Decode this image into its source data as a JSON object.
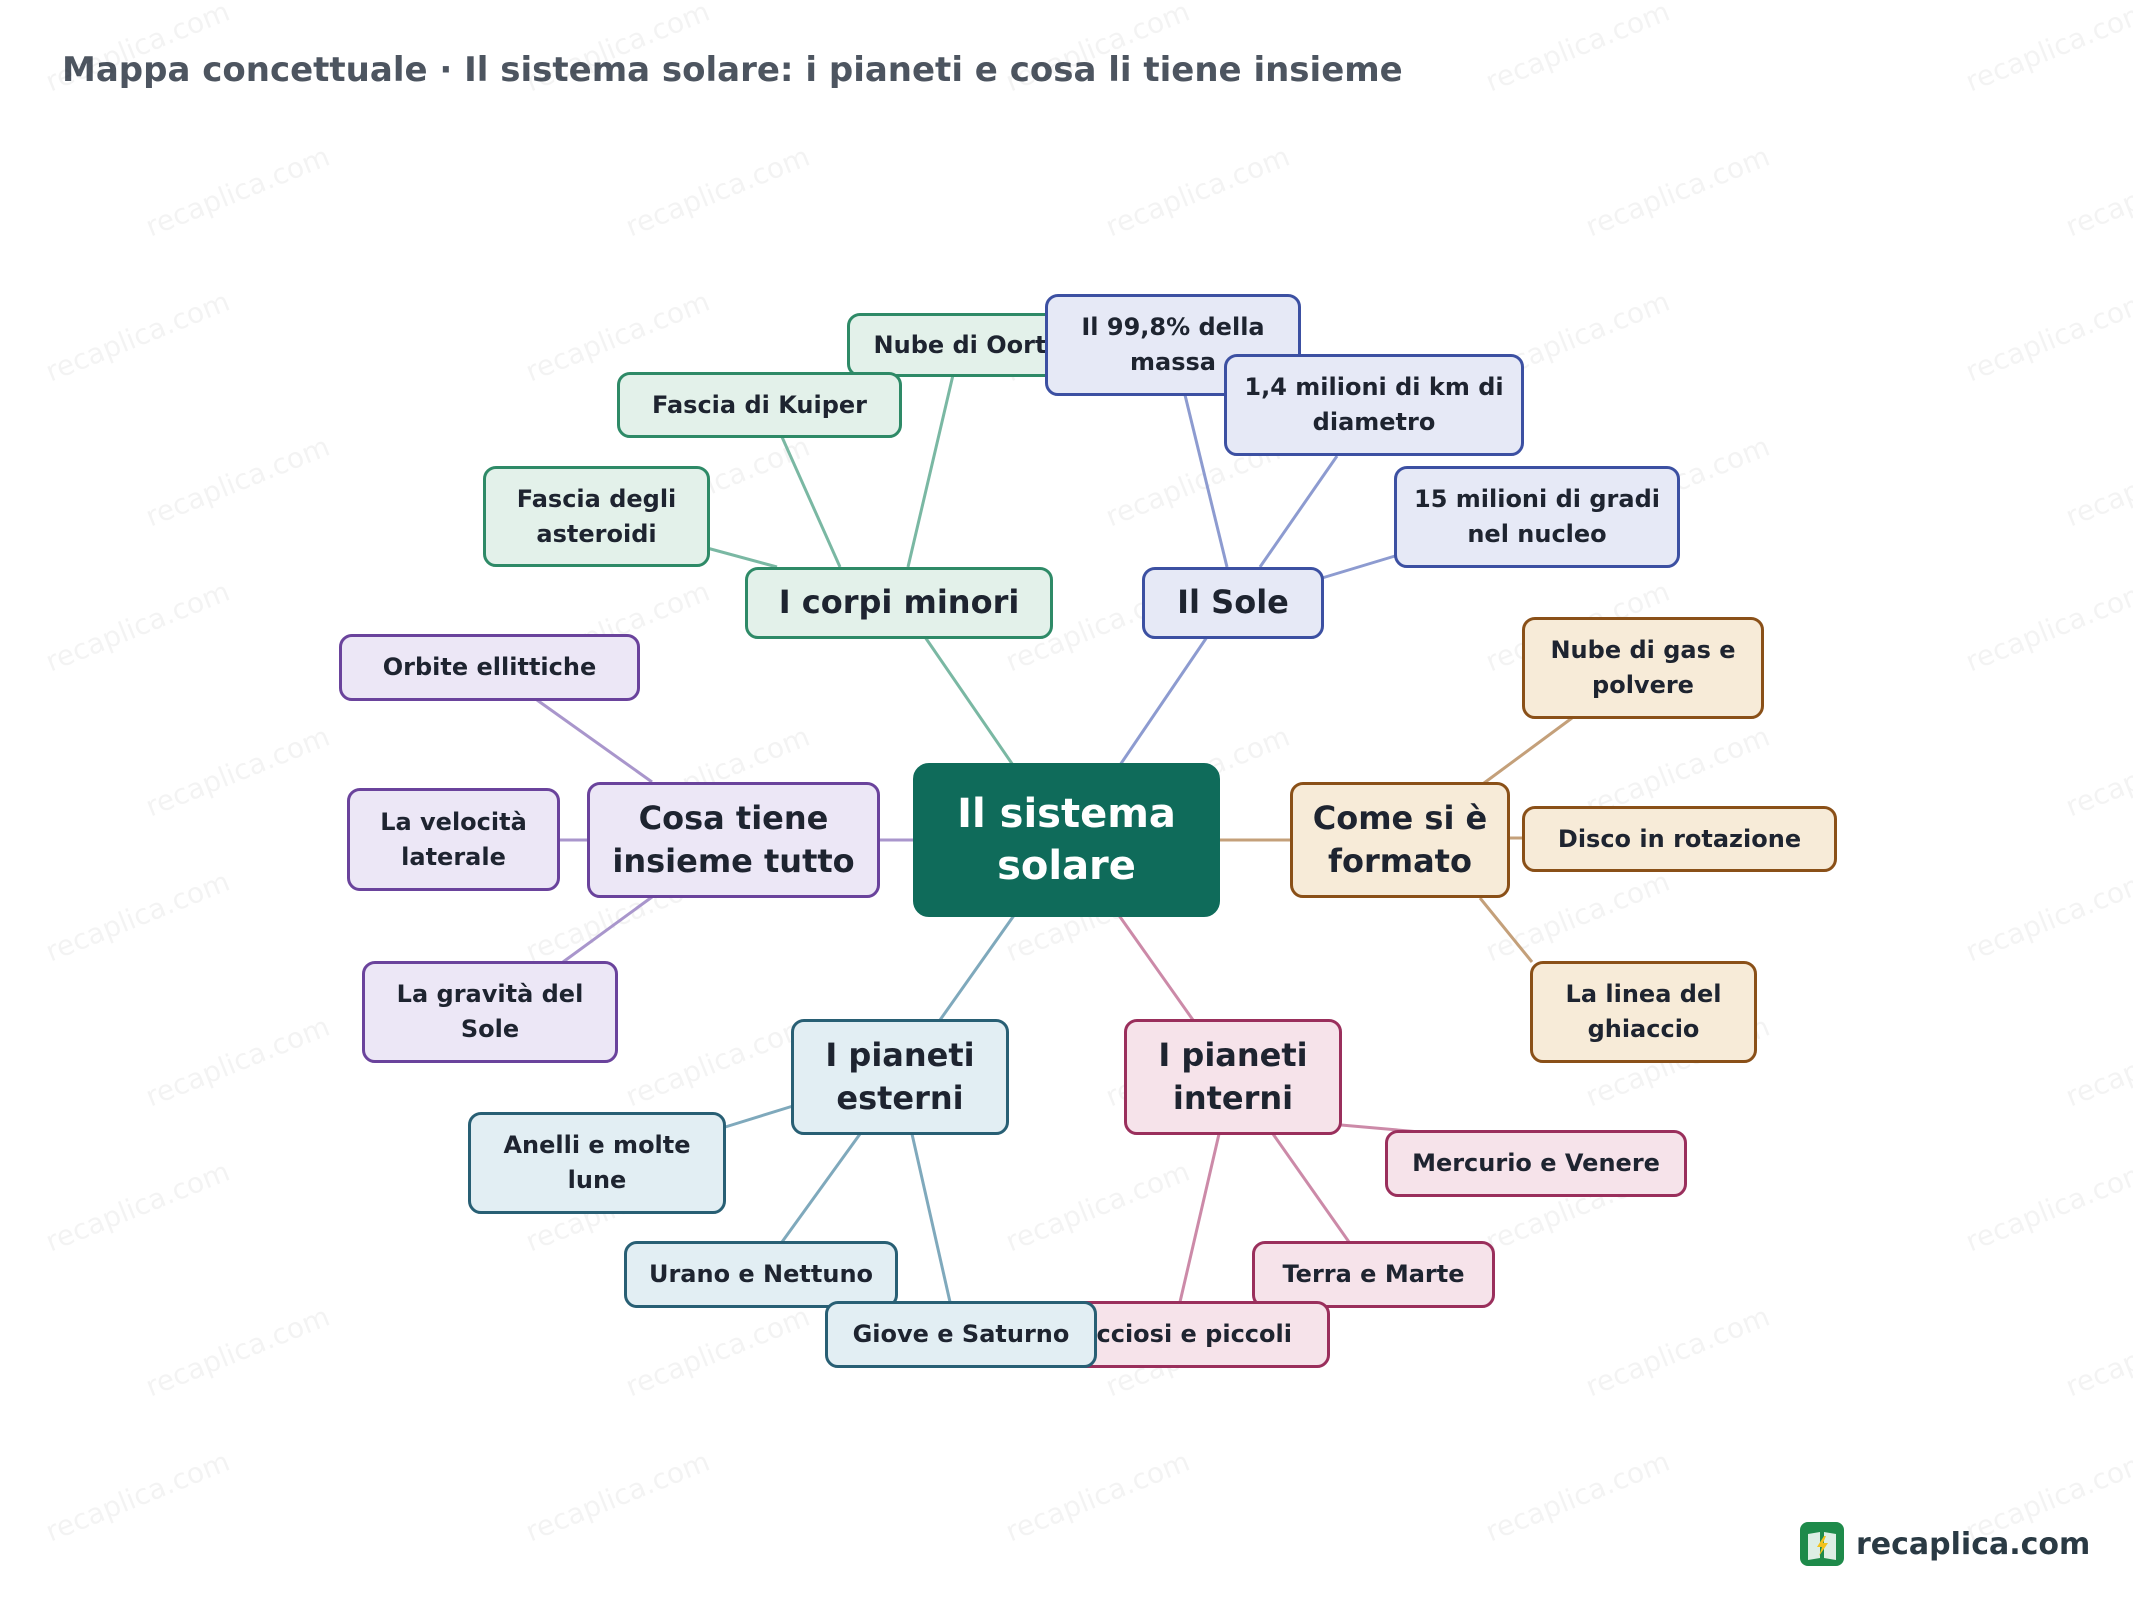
{
  "title": "Mappa concettuale · Il sistema solare: i pianeti e cosa li tiene insieme",
  "watermark": "recaplica.com",
  "brand": {
    "text": "recaplica.com",
    "icon": "lightning-book-icon",
    "color": "#1e8a4a"
  },
  "colors": {
    "center": "#0f6b5a",
    "corpi_minori": "#2e8a67",
    "sole": "#3c50a2",
    "formazione": "#8a5018",
    "pianeti_interni": "#9a2f5c",
    "pianeti_esterni": "#285f74",
    "cosa_tiene": "#6a439c"
  },
  "map": {
    "center": "Il sistema solare",
    "branches": {
      "corpi_minori": {
        "label": "I corpi minori",
        "items": [
          "Nube di Oort",
          "Fascia di Kuiper",
          "Fascia degli asteroidi"
        ]
      },
      "sole": {
        "label": "Il Sole",
        "items": [
          "Il 99,8% della massa",
          "1,4 milioni di km di diametro",
          "15 milioni di gradi nel nucleo"
        ]
      },
      "formazione": {
        "label": "Come si è formato",
        "items": [
          "Nube di gas e polvere",
          "Disco in rotazione",
          "La linea del ghiaccio"
        ]
      },
      "pianeti_interni": {
        "label": "I pianeti interni",
        "items": [
          "Mercurio e Venere",
          "Terra e Marte",
          "occiosi e piccoli"
        ]
      },
      "pianeti_esterni": {
        "label": "I pianeti esterni",
        "items": [
          "Anelli e molte lune",
          "Urano e Nettuno",
          "Giove e Saturno"
        ]
      },
      "cosa_tiene": {
        "label": "Cosa tiene insieme tutto",
        "items": [
          "Orbite ellittiche",
          "La velocità laterale",
          "La gravità del Sole"
        ]
      }
    }
  }
}
